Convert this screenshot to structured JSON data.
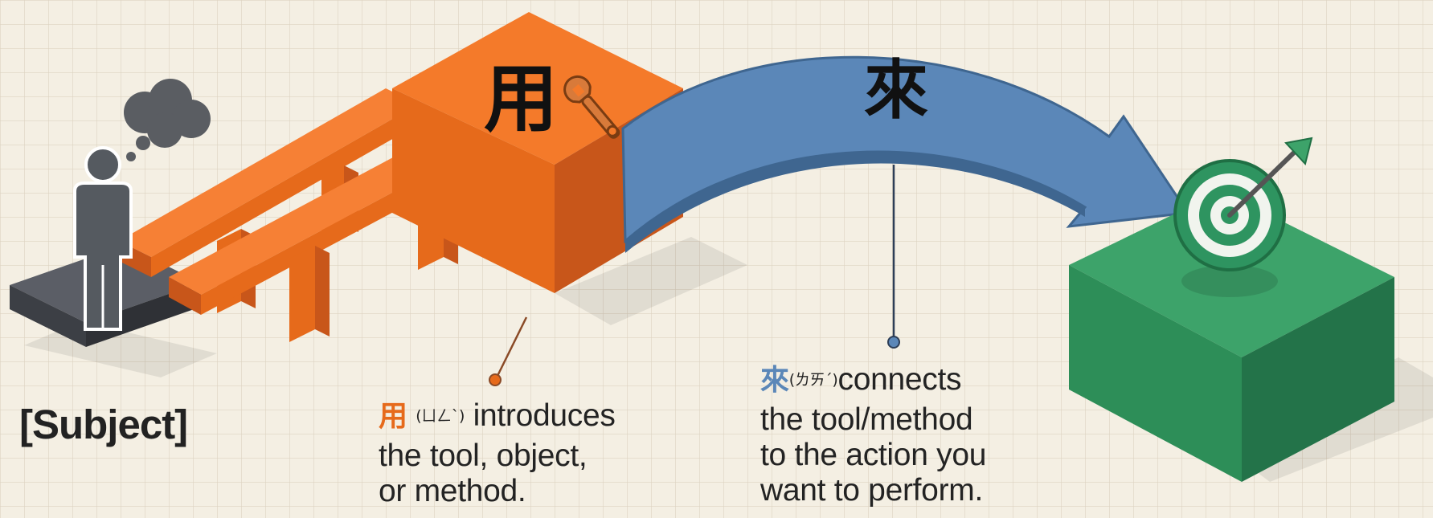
{
  "subject": {
    "label": "[Subject]"
  },
  "tool_block": {
    "character": "用"
  },
  "arrow": {
    "character": "來"
  },
  "caption_yong": {
    "character": "用",
    "zhuyin": "(ㄩㄥˋ)",
    "line1_rest": "introduces",
    "line2": "the tool, object,",
    "line3": "or method."
  },
  "caption_lai": {
    "character": "來",
    "zhuyin": "(ㄌㄞˊ)",
    "line1_rest": "connects",
    "line2": "the tool/method",
    "line3": "to the action you",
    "line4": "want to perform."
  },
  "colors": {
    "background": "#f4efe3",
    "grid": "#ddd3c1",
    "orange_top": "#f47a2a",
    "orange_front": "#e66a1b",
    "orange_side": "#c8561a",
    "arrow_blue": "#5b87b8",
    "arrow_blue_dark": "#3f6690",
    "green_top": "#3da36a",
    "green_front": "#2d8e58",
    "green_side": "#237349",
    "platform": "#4a4d55",
    "person": "#555a60",
    "text": "#222222"
  },
  "icons": [
    "thought-bubble-icon",
    "person-icon",
    "wrench-icon",
    "target-icon",
    "arrow-dart-icon"
  ]
}
